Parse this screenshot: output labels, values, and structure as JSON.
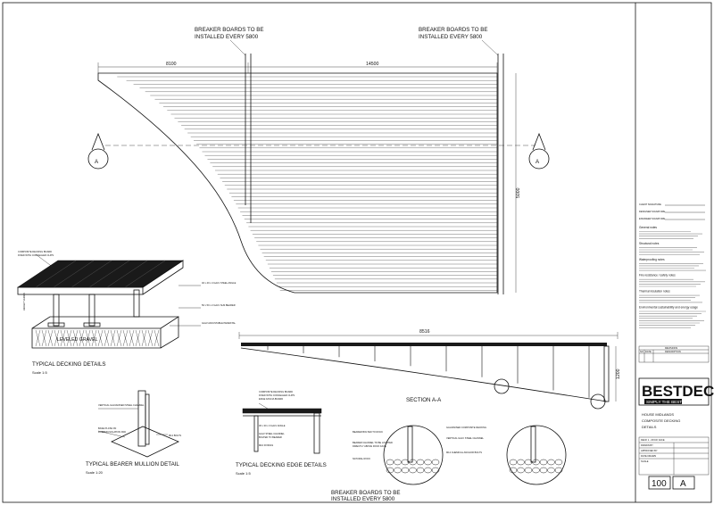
{
  "plan": {
    "breaker_note_1": [
      "BREAKER BOARDS TO BE",
      "INSTALLED EVERY 5800"
    ],
    "breaker_note_2": [
      "BREAKER BOARDS TO BE",
      "INSTALLED EVERY 5800"
    ],
    "breaker_note_bottom": [
      "BREAKER BOARDS TO BE",
      "INSTALLED EVERY 5800"
    ],
    "dim_left": "8100",
    "dim_right": "14500",
    "dim_vertical": "5000",
    "section_marker": "A"
  },
  "details": {
    "decking_title": "TYPICAL DECKING DETAILS",
    "decking_scale": "Scale 1:5",
    "gravel_label": "LEVELED GRAVEL",
    "mullion_title": "TYPICAL BEARER MULLION DETAIL",
    "mullion_scale": "Scale 1:20",
    "edge_title": "TYPICAL DECKING EDGE DETAILS",
    "edge_scale": "Scale 1:5",
    "section_title": "SECTION A-A",
    "section_dim_length": "8516",
    "section_dim_height": "1200"
  },
  "title_block": {
    "revisions_header": "REVISIONS",
    "rev_columns": [
      "NO",
      "DATE",
      "DESCRIPTION"
    ],
    "brand": "BESTDECK",
    "tagline": "SIMPLY THE BEST",
    "project_lines": [
      "HOUSE MIDLANDS",
      "COMPOSITE DECKING",
      "DETAILS"
    ],
    "sheet_label": "DECK 1 - ROCK FACE",
    "drawing_no": "100",
    "revision": "A",
    "notes_headings": [
      "General notes",
      "Structural notes",
      "Waterproofing notes",
      "Fire resistance / safety notes",
      "Thermal insulation notes",
      "Environmental sustainability and energy usage"
    ]
  },
  "colors": {
    "ink": "#111111",
    "paper": "#ffffff",
    "deck": "#1a1a1a"
  }
}
